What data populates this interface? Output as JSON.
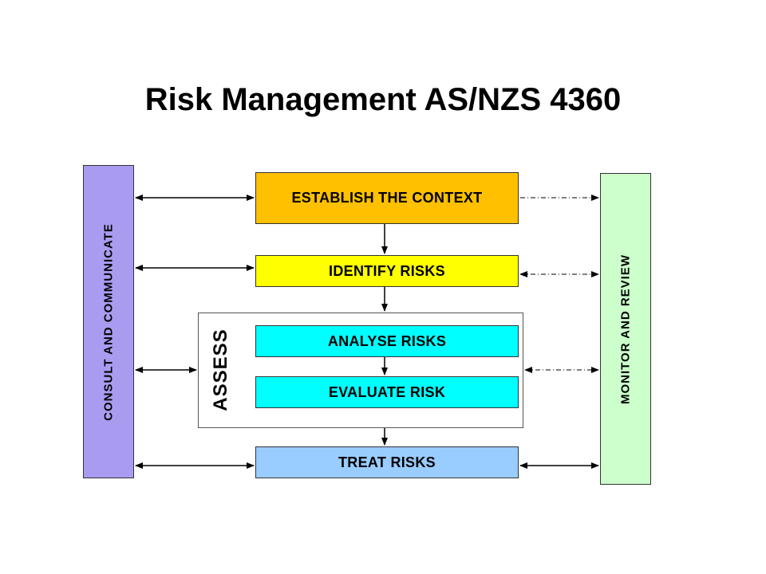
{
  "title": "Risk Management AS/NZS 4360",
  "side_panels": {
    "left": {
      "label": "CONSULT AND COMMUNICATE",
      "color": "#a99cf0"
    },
    "right": {
      "label": "MONITOR AND REVIEW",
      "color": "#ccffcc"
    }
  },
  "assess_label": "ASSESS",
  "steps": [
    {
      "label": "ESTABLISH THE CONTEXT",
      "color": "#ffc000"
    },
    {
      "label": "IDENTIFY RISKS",
      "color": "#ffff00"
    },
    {
      "label": "ANALYSE RISKS",
      "color": "#00ffff"
    },
    {
      "label": "EVALUATE RISK",
      "color": "#00ffff"
    },
    {
      "label": "TREAT RISKS",
      "color": "#99ccff"
    }
  ]
}
